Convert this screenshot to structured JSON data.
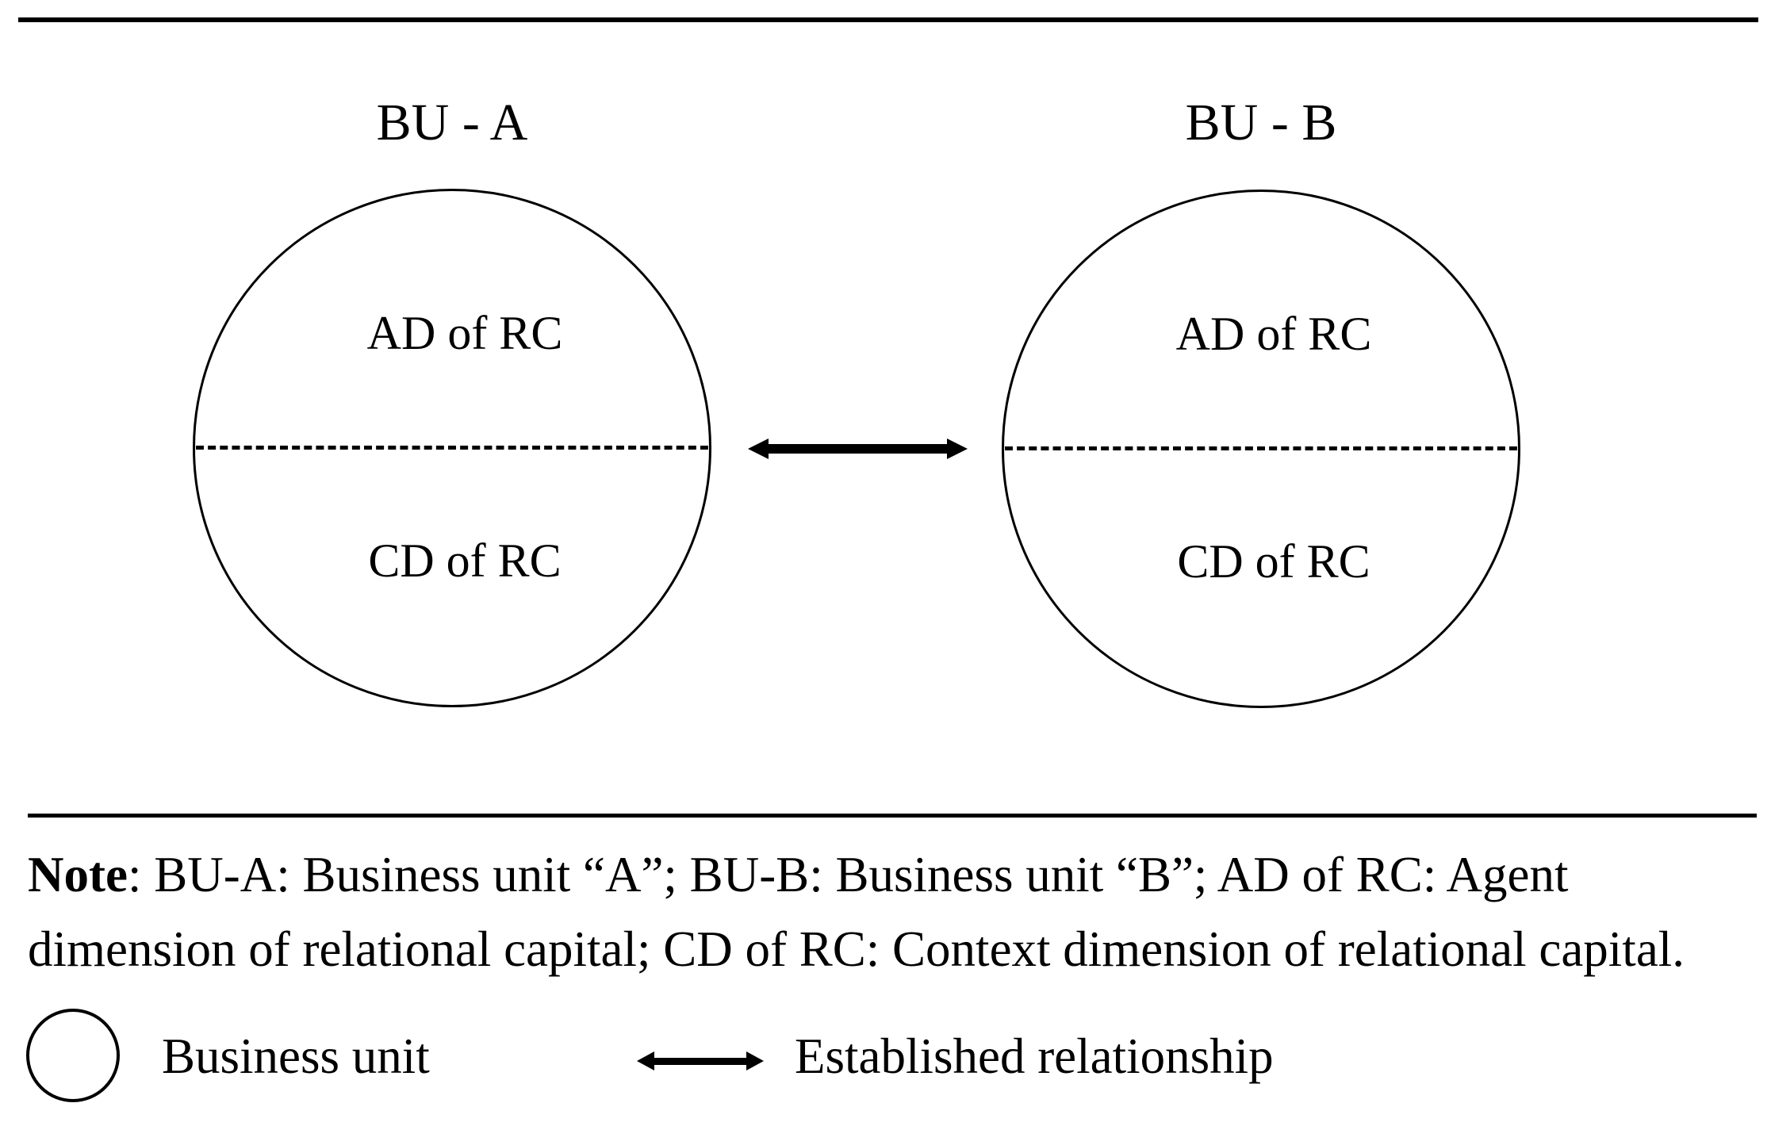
{
  "units": [
    {
      "title": "BU - A",
      "top_label": "AD of RC",
      "bottom_label": "CD of RC"
    },
    {
      "title": "BU - B",
      "top_label": "AD of RC",
      "bottom_label": "CD of RC"
    }
  ],
  "note": {
    "prefix": "Note",
    "body": ": BU-A: Business unit “A”; BU-B: Business unit “B”; AD of RC: Agent dimension of relational capital; CD of RC: Context dimension of relational capital."
  },
  "legend": {
    "business_unit_label": "Business unit",
    "relationship_label": "Established relationship"
  },
  "colors": {
    "ink": "#000000",
    "background": "#ffffff"
  }
}
